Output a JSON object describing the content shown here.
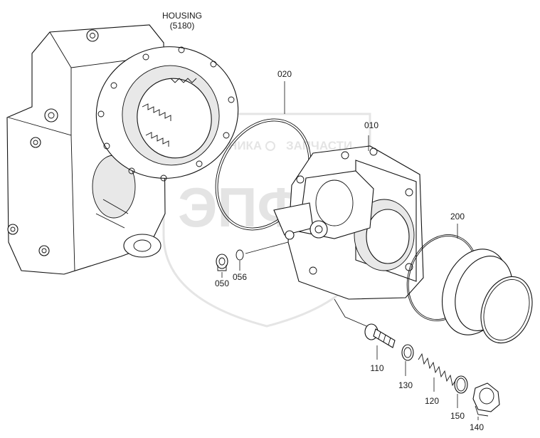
{
  "housing_label": {
    "line1": "HOUSING",
    "line2": "(5180)"
  },
  "watermark": {
    "left": "ТЕХНИКА",
    "right": "ЗАПЧАСТИ",
    "logo": "ЭПФ"
  },
  "callouts": [
    {
      "id": "020",
      "text": "020"
    },
    {
      "id": "010",
      "text": "010"
    },
    {
      "id": "200",
      "text": "200"
    },
    {
      "id": "050",
      "text": "050"
    },
    {
      "id": "056",
      "text": "056"
    },
    {
      "id": "110",
      "text": "110"
    },
    {
      "id": "130",
      "text": "130"
    },
    {
      "id": "120",
      "text": "120"
    },
    {
      "id": "150",
      "text": "150"
    },
    {
      "id": "140",
      "text": "140"
    }
  ]
}
